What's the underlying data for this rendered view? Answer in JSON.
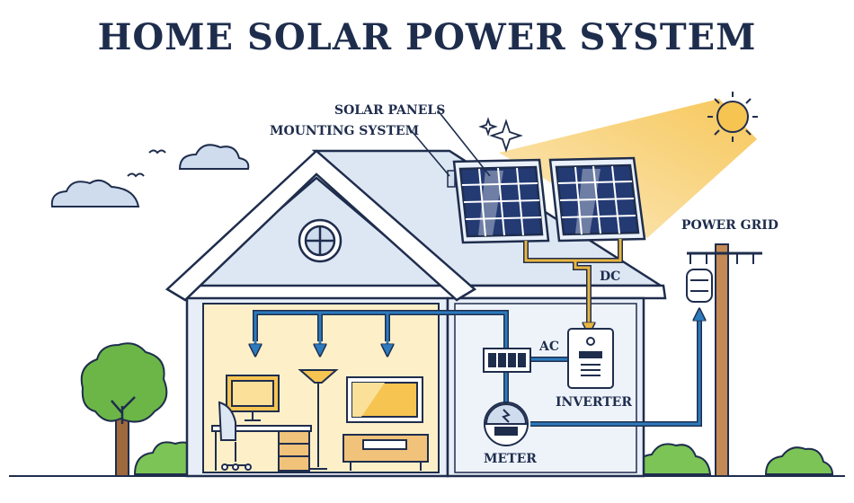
{
  "title": "HOME SOLAR POWER SYSTEM",
  "labels": {
    "solar_panels": "SOLAR PANELS",
    "mounting_system": "MOUNTING SYSTEM",
    "power_grid": "POWER GRID",
    "dc": "DC",
    "ac": "AC",
    "inverter": "INVERTER",
    "meter": "METER"
  },
  "colors": {
    "outline": "#1f2d4d",
    "wire": "#2c7bbd",
    "dc_wire": "#e8b53e",
    "sun_beam": "#f6c451",
    "roof": "#dde7f3",
    "wall": "#e8eef7",
    "warm_room": "#fdf0c9",
    "panel": "#233a73",
    "tree": "#6bb646",
    "trunk": "#a0693d"
  }
}
